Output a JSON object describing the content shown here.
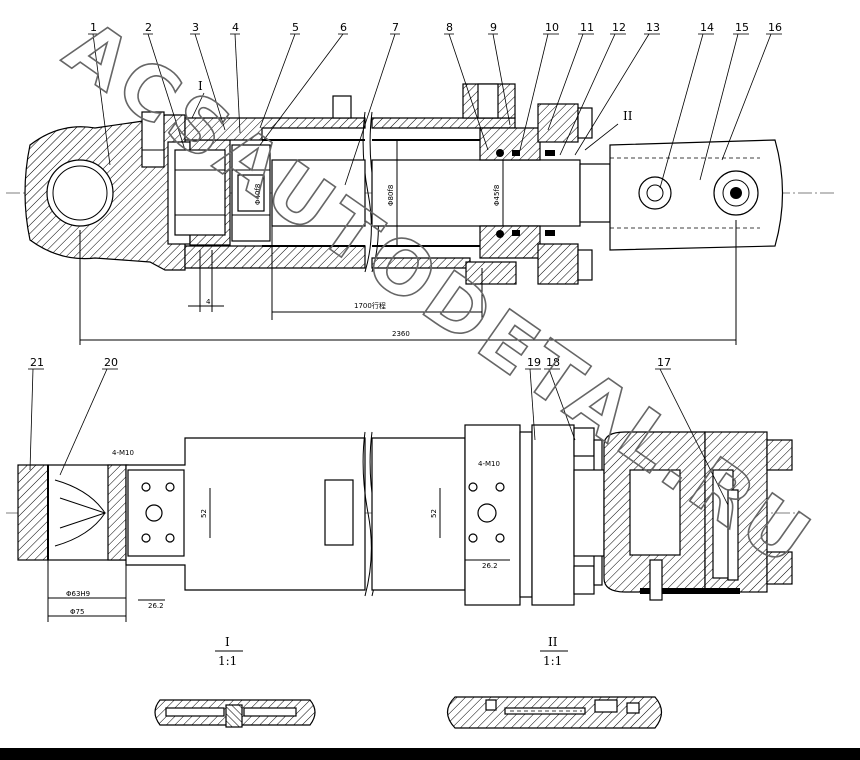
{
  "callouts_top": [
    {
      "n": "1"
    },
    {
      "n": "2"
    },
    {
      "n": "3"
    },
    {
      "n": "4"
    },
    {
      "n": "5"
    },
    {
      "n": "6"
    },
    {
      "n": "7"
    },
    {
      "n": "8"
    },
    {
      "n": "9"
    },
    {
      "n": "10"
    },
    {
      "n": "11"
    },
    {
      "n": "12"
    },
    {
      "n": "13"
    },
    {
      "n": "14"
    },
    {
      "n": "15"
    },
    {
      "n": "16"
    }
  ],
  "callouts_bottom": [
    {
      "n": "21"
    },
    {
      "n": "20"
    },
    {
      "n": "19"
    },
    {
      "n": "18"
    },
    {
      "n": "17"
    }
  ],
  "detail_marks": {
    "detail_1": "I",
    "detail_2": "II"
  },
  "details": [
    {
      "title": "I",
      "scale": "1:1"
    },
    {
      "title": "II",
      "scale": "1:1"
    }
  ],
  "dimensions": {
    "stroke_dim": "4",
    "bore_dim": "Φ80f8",
    "rod_dim": "Φ45f8",
    "rod_dim2": "Φ40f8",
    "travel_dim": "1700行程",
    "overall_dim": "2360",
    "flange_dim": "52",
    "port_dim1": "4-M10",
    "port_dim2": "4-M10",
    "eye_dim1": "Φ63H9",
    "eye_dim2": "Φ75",
    "side_dim1": "26.2",
    "side_dim2": "26.2",
    "side_dim3": "52",
    "side_dim4": "52"
  },
  "watermark": "ACSAUTODETAL.RU"
}
